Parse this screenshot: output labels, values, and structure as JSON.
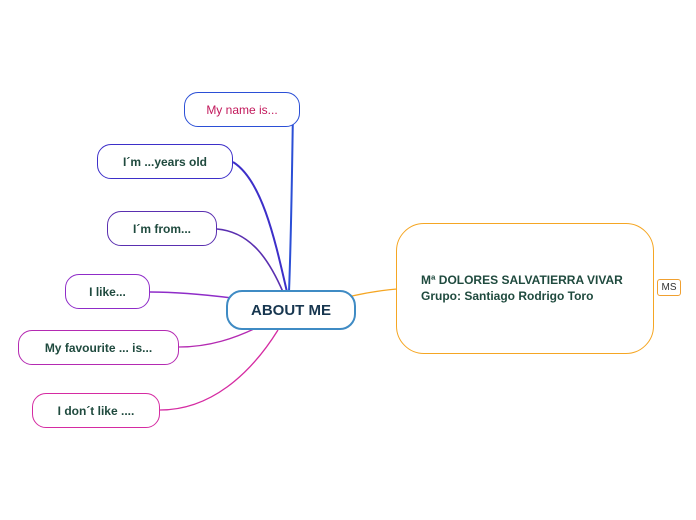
{
  "map": {
    "central": "ABOUT ME",
    "topics": {
      "name": "My name is...",
      "years": "I´m ...years old",
      "from": "I´m from...",
      "like": "I like...",
      "favourite": "My favourite ... is...",
      "dont_like": "I don´t like ...."
    },
    "author": {
      "line1": "Mª DOLORES SALVATIERRA VIVAR",
      "line2": "Grupo: Santiago Rodrigo Toro"
    },
    "badge": "MS"
  },
  "colors": {
    "central_border": "#3f8bc4",
    "author_border": "#f5a623",
    "name_text": "#c2185b",
    "node_text": "#1f4a3e"
  }
}
